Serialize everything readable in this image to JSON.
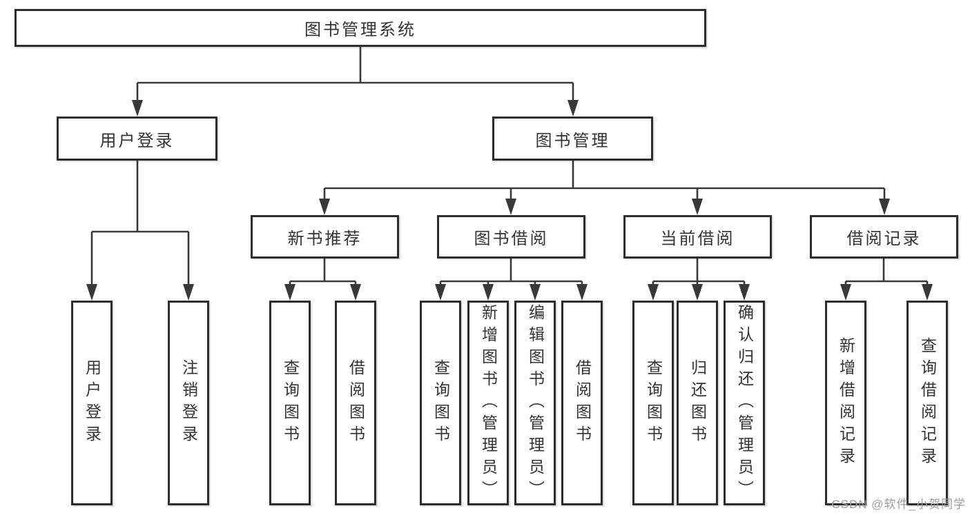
{
  "nodes": {
    "root": "图书管理系统",
    "user_login": {
      "label": "用户登录",
      "children": [
        "用户登录",
        "注销登录"
      ]
    },
    "book_mgmt": {
      "label": "图书管理"
    },
    "new_books": {
      "label": "新书推荐",
      "children": [
        "查询图书",
        "借阅图书"
      ]
    },
    "book_borrow": {
      "label": "图书借阅",
      "children": [
        "查询图书",
        "新增图书（管理员）",
        "编辑图书（管理员）",
        "借阅图书"
      ]
    },
    "current_borrow": {
      "label": "当前借阅",
      "children": [
        "查询图书",
        "归还图书",
        "确认归还（管理员）"
      ]
    },
    "borrow_records": {
      "label": "借阅记录",
      "children": [
        "新增借阅记录",
        "查询借阅记录"
      ]
    }
  },
  "watermark": "CSDN @软件_小贺同学",
  "colors": {
    "line": "#383838",
    "border": "#2d2d2d",
    "text": "#333333",
    "watermark": "#9c9c9c",
    "background": "#ffffff"
  }
}
